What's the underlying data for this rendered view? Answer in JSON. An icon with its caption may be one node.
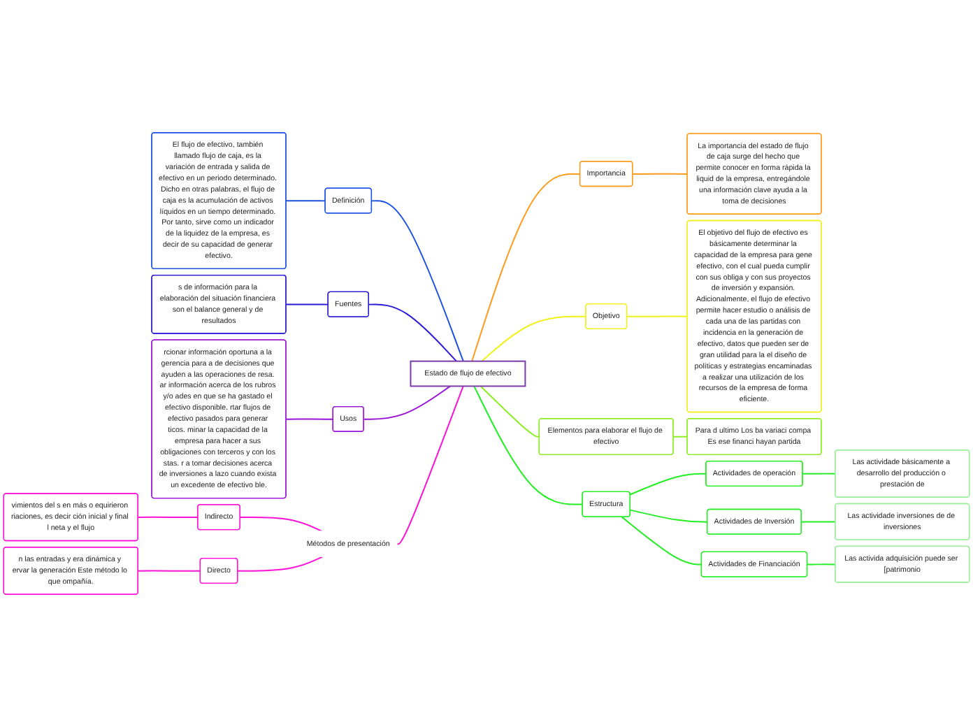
{
  "diagram": {
    "nodes": [
      {
        "text": [
          "Estado de flujo de efectivo"
        ]
      },
      {
        "text": [
          "Definición"
        ]
      },
      {
        "text": [
          "El flujo de efectivo, también llamado flujo de caja, es la variación de entrada y salida de efectivo en un periodo determinado. Dicho en otras palabras, el flujo de caja es la acumulación de activos líquidos en un tiempo determinado. Por tanto, sirve como un indicador de la liquidez de la empresa, es decir de su capacidad de generar efectivo."
        ]
      },
      {
        "text": [
          "Fuentes"
        ]
      },
      {
        "text": [
          "s de información para la elaboración del situación financiera son el balance general y de resultados"
        ]
      },
      {
        "text": [
          "Usos"
        ]
      },
      {
        "text": [
          "rcionar información oportuna a la gerencia para a de decisiones que ayuden a las operaciones de resa. ar información acerca de los rubros y/o ades en que se ha gastado el efectivo disponible. rtar flujos de efectivo pasados para generar ticos. minar la capacidad de la empresa para hacer a sus obligaciones con terceros y con los stas. r a tomar decisiones acerca de inversiones a lazo cuando exista un excedente de efectivo ble."
        ]
      },
      {
        "text": [
          "Métodos de presentación"
        ]
      },
      {
        "text": [
          "Indirecto"
        ]
      },
      {
        "text": [
          "vimientos del s en más o equirieron riaciones, es decir ción inicial y final l neta y el flujo"
        ]
      },
      {
        "text": [
          "Directo"
        ]
      },
      {
        "text": [
          "n las entradas y era dinámica y ervar la generación Este método lo que ompañía."
        ]
      },
      {
        "text": [
          "Importancia"
        ]
      },
      {
        "text": [
          "La importancia del estado de flujo de caja surge del hecho que permite conocer en forma rápida la liquid de la empresa, entregándole una información clave ayuda a la toma de decisiones"
        ]
      },
      {
        "text": [
          "Objetivo"
        ]
      },
      {
        "text": [
          "El objetivo del flujo de efectivo es básicamente determinar la capacidad de la empresa para gene efectivo, con el cual pueda cumplir con sus obliga y con sus proyectos de inversión y expansión. Adicionalmente, el flujo de efectivo permite hacer estudio o análisis de cada una de las partidas con incidencia en la generación de efectivo, datos que pueden ser de gran utilidad para la el diseño de políticas y estrategias encaminadas a realizar una utilización de los recursos de la empresa de forma eficiente."
        ]
      },
      {
        "text": [
          "Elementos para elaborar el flujo de efectivo"
        ]
      },
      {
        "text": [
          "Para d ultimo Los ba variaci compa Es ese financi hayan partida"
        ]
      },
      {
        "text": [
          "Estructura"
        ]
      },
      {
        "text": [
          "Actividades de operación"
        ]
      },
      {
        "text": [
          "Las actividade básicamente a desarrollo del producción o prestación de"
        ]
      },
      {
        "text": [
          "Actividades de Inversión"
        ]
      },
      {
        "text": [
          "Las actividade inversiones de de inversiones"
        ]
      },
      {
        "text": [
          "Actividades de Financiación"
        ]
      },
      {
        "text": [
          "Las activida adquisición puede ser [patrimonio"
        ]
      }
    ],
    "edges": [
      {
        "from": 0,
        "to": 1,
        "arrow": "none",
        "color": "#1a4fe6"
      },
      {
        "from": 1,
        "to": 2,
        "arrow": "none",
        "color": "#1a4fe6"
      },
      {
        "from": 0,
        "to": 3,
        "arrow": "none",
        "color": "#2a1ad6"
      },
      {
        "from": 3,
        "to": 4,
        "arrow": "none",
        "color": "#2a1ad6"
      },
      {
        "from": 0,
        "to": 5,
        "arrow": "none",
        "color": "#9a12d8"
      },
      {
        "from": 5,
        "to": 6,
        "arrow": "none",
        "color": "#9a12d8"
      },
      {
        "from": 0,
        "to": 7,
        "arrow": "none",
        "color": "#ff10d8"
      },
      {
        "from": 7,
        "to": 8,
        "arrow": "none",
        "color": "#ff10d8"
      },
      {
        "from": 8,
        "to": 9,
        "arrow": "none",
        "color": "#ff10d8"
      },
      {
        "from": 7,
        "to": 10,
        "arrow": "none",
        "color": "#ff10d8"
      },
      {
        "from": 10,
        "to": 11,
        "arrow": "none",
        "color": "#ff10d8"
      },
      {
        "from": 0,
        "to": 12,
        "arrow": "none",
        "color": "#ff9a1a"
      },
      {
        "from": 12,
        "to": 13,
        "arrow": "none",
        "color": "#ff9a1a"
      },
      {
        "from": 0,
        "to": 14,
        "arrow": "none",
        "color": "#f0f01a"
      },
      {
        "from": 14,
        "to": 15,
        "arrow": "none",
        "color": "#f0f01a"
      },
      {
        "from": 0,
        "to": 16,
        "arrow": "none",
        "color": "#8cee22"
      },
      {
        "from": 16,
        "to": 17,
        "arrow": "none",
        "color": "#8cee22"
      },
      {
        "from": 0,
        "to": 18,
        "arrow": "none",
        "color": "#22ee22"
      },
      {
        "from": 18,
        "to": 19,
        "arrow": "none",
        "color": "#22ee22"
      },
      {
        "from": 19,
        "to": 20,
        "arrow": "none",
        "color": "#22ee22"
      },
      {
        "from": 18,
        "to": 21,
        "arrow": "none",
        "color": "#22ee22"
      },
      {
        "from": 21,
        "to": 22,
        "arrow": "none",
        "color": "#22ee22"
      },
      {
        "from": 18,
        "to": 23,
        "arrow": "none",
        "color": "#22ee22"
      },
      {
        "from": 23,
        "to": 24,
        "arrow": "none",
        "color": "#22ee22"
      }
    ]
  }
}
